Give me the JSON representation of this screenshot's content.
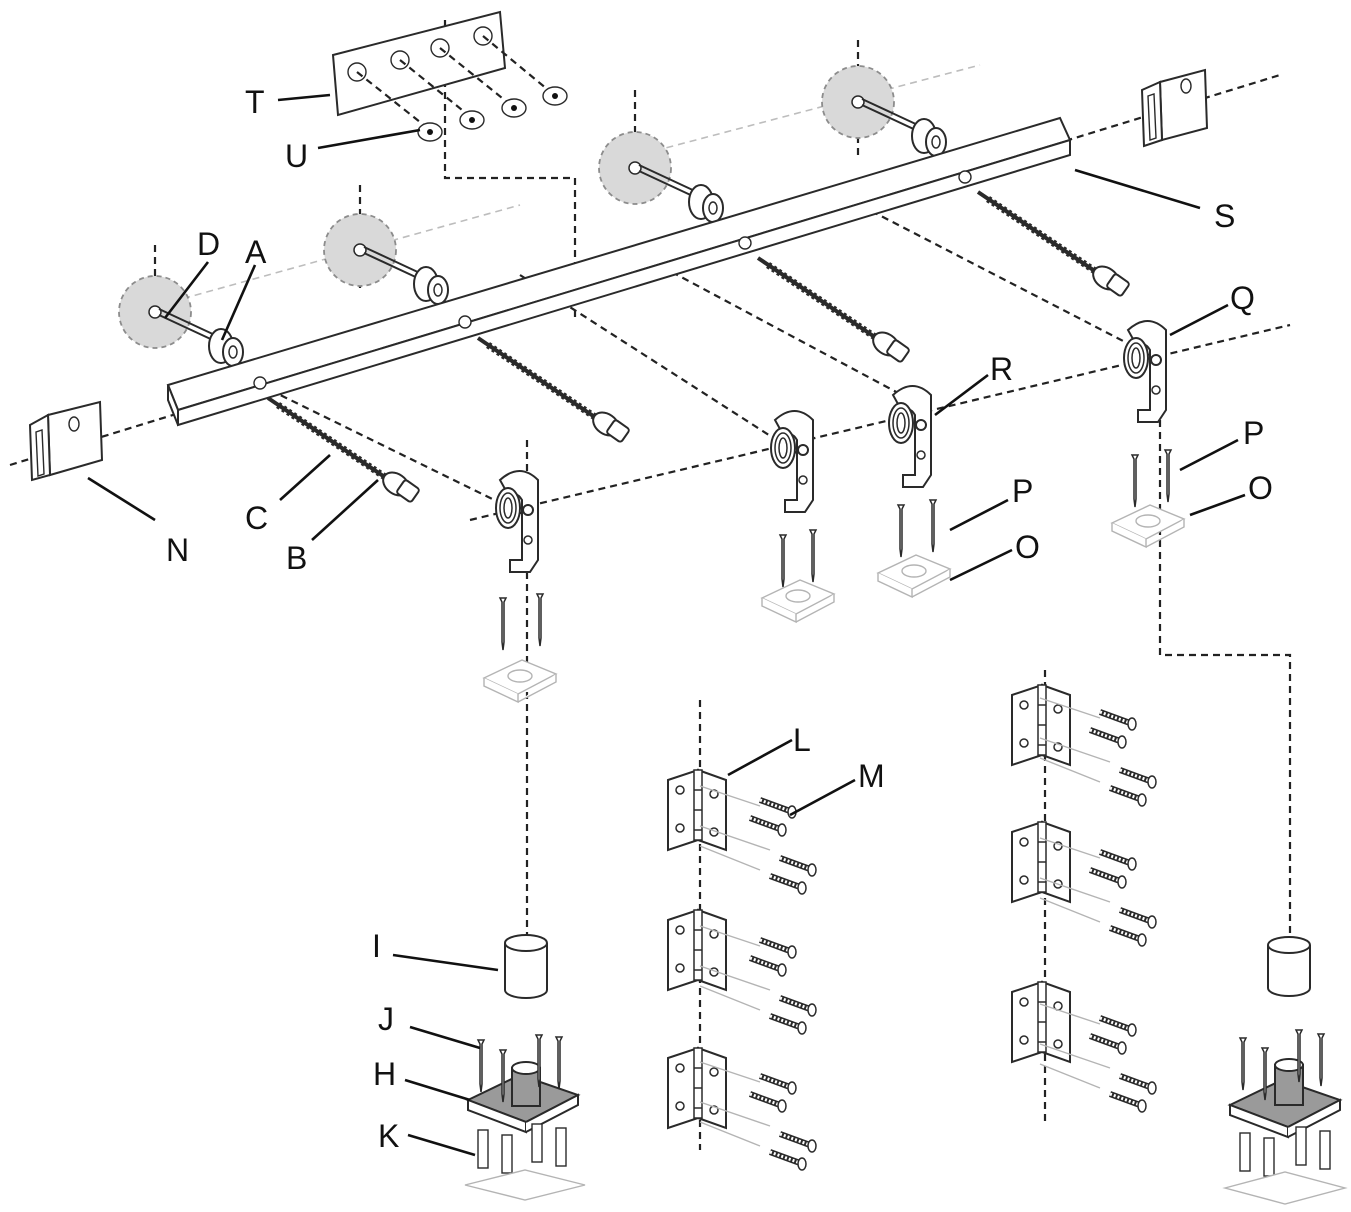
{
  "labels": {
    "A": "A",
    "B": "B",
    "C": "C",
    "D": "D",
    "H": "H",
    "I": "I",
    "J": "J",
    "K": "K",
    "L": "L",
    "M": "M",
    "N": "N",
    "O1": "O",
    "O2": "O",
    "P1": "P",
    "P2": "P",
    "Q": "Q",
    "R": "R",
    "S": "S",
    "T": "T",
    "U": "U"
  },
  "colors": {
    "line": "#2a2a2a",
    "guide_dash": "#222222",
    "ghost_dash": "#bdbdbd",
    "roller_disc": "#d9d9d9",
    "floor_plate": "#9a9a9a"
  },
  "icons": {
    "rail": "rail-icon",
    "wall_bracket": "wall-bracket-icon",
    "roller": "roller-icon",
    "lag_bolt": "lag-bolt-icon",
    "hanger_bracket": "hanger-bracket-icon",
    "hinge": "hinge-icon",
    "floor_guide": "floor-guide-icon"
  }
}
